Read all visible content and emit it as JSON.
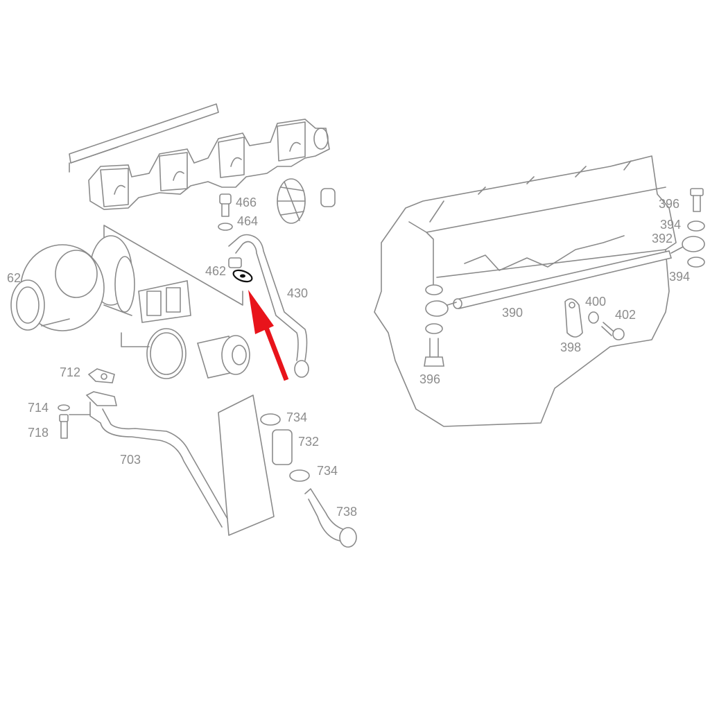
{
  "diagram": {
    "highlight_color": "#e8141b",
    "line_color": "#8a8a8a",
    "highlighted_part": "462",
    "labels": {
      "p466": "466",
      "p464": "464",
      "p462": "462",
      "p430": "430",
      "p62": "62",
      "p712": "712",
      "p714": "714",
      "p718": "718",
      "p703": "703",
      "p734a": "734",
      "p732": "732",
      "p734b": "734",
      "p738": "738",
      "p396a": "396",
      "p394a": "394",
      "p392": "392",
      "p394b": "394",
      "p390": "390",
      "p400": "400",
      "p402": "402",
      "p398": "398",
      "p396b": "396"
    }
  }
}
